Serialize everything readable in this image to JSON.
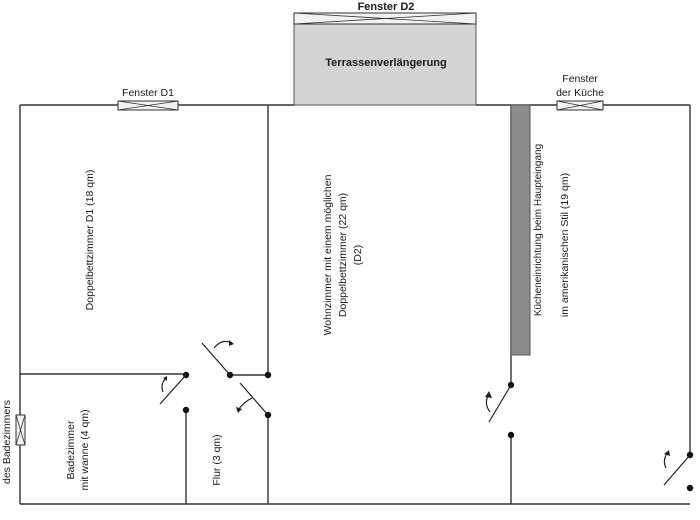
{
  "labels": {
    "window_d2": "Fenster D2",
    "terrace": "Terrassenverlängerung",
    "window_d1": "Fenster D1",
    "window_kitchen_line1": "Fenster",
    "window_kitchen_line2": "der Küche",
    "bedroom_d1": "Doppelbettzimmer D1 (18 qm)",
    "living_line1": "Wohnzimmer mit einem möglichen",
    "living_line2": "Doppelbettzimmer (22 qm)",
    "living_line3": "(D2)",
    "kitchen_unit": "Kücheneinrichtung beim Haupteingang",
    "kitchen_style": "im amerikanischen Stil (19 qm)",
    "bathroom_line1": "Badezimmer",
    "bathroom_line2": "mit wanne (4 qm)",
    "hallway": "Flur (3 qm)",
    "bathroom_window": "des Badezimmers"
  },
  "colors": {
    "terrace_fill": "#d4d4d4",
    "kitchen_unit_fill": "#8c8c8c",
    "walls": "#333333"
  }
}
